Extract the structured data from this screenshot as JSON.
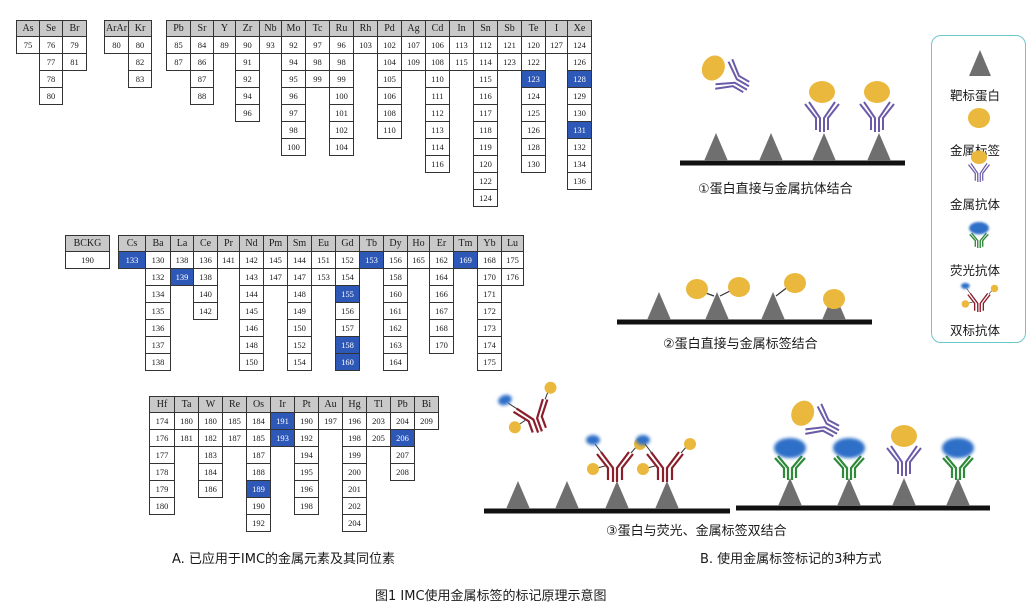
{
  "caption": "图1   IMC使用金属标签的标记原理示意图",
  "panel_a_label": "A. 已应用于IMC的金属元素及其同位素",
  "panel_b_label": "B. 使用金属标签标记的3种方式",
  "colors": {
    "highlight": "#2e58b8",
    "header": "#c9c9c9",
    "target": "#6f6f6f",
    "metal": "#eab83d",
    "antibody_purple": "#6b5aa8",
    "antibody_green": "#2f8a3a",
    "antibody_red": "#8b1e2b",
    "fluor": "#2f6fc8",
    "legend_border": "#6cc7c9"
  },
  "legend": {
    "target_protein": "靶标蛋白",
    "metal_tag": "金属标签",
    "metal_antibody": "金属抗体",
    "fluor_antibody": "荧光抗体",
    "dual_antibody": "双标抗体"
  },
  "methods": {
    "m1": "①蛋白直接与金属抗体结合",
    "m2": "②蛋白直接与金属标签结合",
    "m3": "③蛋白与荧光、金属标签双结合"
  },
  "isotope_table": {
    "groups": [
      {
        "cols": [
          {
            "el": "As",
            "isotopes": [
              "75"
            ]
          },
          {
            "el": "Se",
            "isotopes": [
              "76",
              "77",
              "78",
              "80"
            ]
          },
          {
            "el": "Br",
            "isotopes": [
              "79",
              "81"
            ]
          }
        ]
      },
      {
        "cols": [
          {
            "el": "ArAr",
            "isotopes": [
              "80"
            ]
          },
          {
            "el": "Kr",
            "isotopes": [
              "80",
              "82",
              "83"
            ]
          }
        ]
      },
      {
        "cols": [
          {
            "el": "Pb",
            "isotopes": [
              "85",
              "87"
            ]
          },
          {
            "el": "Sr",
            "isotopes": [
              "84",
              "86",
              "87",
              "88"
            ]
          },
          {
            "el": "Y",
            "isotopes": [
              "89"
            ]
          },
          {
            "el": "Zr",
            "isotopes": [
              "90",
              "91",
              "92",
              "94",
              "96"
            ]
          },
          {
            "el": "Nb",
            "isotopes": [
              "93"
            ]
          },
          {
            "el": "Mo",
            "isotopes": [
              "92",
              "94",
              "95",
              "96",
              "97",
              "98",
              "100"
            ]
          },
          {
            "el": "Tc",
            "isotopes": [
              "97",
              "98",
              "99"
            ]
          },
          {
            "el": "Ru",
            "isotopes": [
              "96",
              "98",
              "99",
              "100",
              "101",
              "102",
              "104"
            ]
          },
          {
            "el": "Rh",
            "isotopes": [
              "103"
            ]
          },
          {
            "el": "Pd",
            "isotopes": [
              "102",
              "104",
              "105",
              "106",
              "108",
              "110"
            ]
          },
          {
            "el": "Ag",
            "isotopes": [
              "107",
              "109"
            ]
          },
          {
            "el": "Cd",
            "isotopes": [
              "106",
              "108",
              "110",
              "111",
              "112",
              "113",
              "114",
              "116"
            ]
          },
          {
            "el": "In",
            "isotopes": [
              "113",
              "115"
            ]
          },
          {
            "el": "Sn",
            "isotopes": [
              "112",
              "114",
              "115",
              "116",
              "117",
              "118",
              "119",
              "120",
              "122",
              "124"
            ]
          },
          {
            "el": "Sb",
            "isotopes": [
              "121",
              "123"
            ]
          },
          {
            "el": "Te",
            "isotopes": [
              "120",
              "122",
              "123",
              "124",
              "125",
              "126",
              "128",
              "130"
            ],
            "hl": [
              "123"
            ]
          },
          {
            "el": "I",
            "isotopes": [
              "127"
            ]
          },
          {
            "el": "Xe",
            "isotopes": [
              "124",
              "126",
              "128",
              "129",
              "130",
              "131",
              "132",
              "134",
              "136"
            ],
            "hl": [
              "128",
              "131"
            ]
          }
        ]
      },
      {
        "cols": [
          {
            "el": "BCKG",
            "isotopes": [
              "190"
            ]
          }
        ]
      },
      {
        "cols": [
          {
            "el": "Cs",
            "isotopes": [
              "133"
            ],
            "hl": [
              "133"
            ]
          },
          {
            "el": "Ba",
            "isotopes": [
              "130",
              "132",
              "134",
              "135",
              "136",
              "137",
              "138"
            ]
          },
          {
            "el": "La",
            "isotopes": [
              "138",
              "139"
            ],
            "hl": [
              "139"
            ]
          },
          {
            "el": "Ce",
            "isotopes": [
              "136",
              "138",
              "140",
              "142"
            ]
          },
          {
            "el": "Pr",
            "isotopes": [
              "141"
            ]
          },
          {
            "el": "Nd",
            "isotopes": [
              "142",
              "143",
              "144",
              "145",
              "146",
              "148",
              "150"
            ]
          },
          {
            "el": "Pm",
            "isotopes": [
              "145",
              "147"
            ]
          },
          {
            "el": "Sm",
            "isotopes": [
              "144",
              "147",
              "148",
              "149",
              "150",
              "152",
              "154"
            ]
          },
          {
            "el": "Eu",
            "isotopes": [
              "151",
              "153"
            ]
          },
          {
            "el": "Gd",
            "isotopes": [
              "152",
              "154",
              "155",
              "156",
              "157",
              "158",
              "160"
            ],
            "hl": [
              "155",
              "158",
              "160"
            ]
          },
          {
            "el": "Tb",
            "isotopes": [
              "153"
            ],
            "hl": [
              "153"
            ]
          },
          {
            "el": "Dy",
            "isotopes": [
              "156",
              "158",
              "160",
              "161",
              "162",
              "163",
              "164"
            ]
          },
          {
            "el": "Ho",
            "isotopes": [
              "165"
            ]
          },
          {
            "el": "Er",
            "isotopes": [
              "162",
              "164",
              "166",
              "167",
              "168",
              "170"
            ]
          },
          {
            "el": "Tm",
            "isotopes": [
              "169"
            ],
            "hl": [
              "169"
            ]
          },
          {
            "el": "Yb",
            "isotopes": [
              "168",
              "170",
              "171",
              "172",
              "173",
              "174",
              "175"
            ]
          },
          {
            "el": "Lu",
            "isotopes": [
              "175",
              "176"
            ]
          }
        ]
      },
      {
        "cols": [
          {
            "el": "Hf",
            "isotopes": [
              "174",
              "176",
              "177",
              "178",
              "179",
              "180"
            ]
          },
          {
            "el": "Ta",
            "isotopes": [
              "180",
              "181"
            ]
          },
          {
            "el": "W",
            "isotopes": [
              "180",
              "182",
              "183",
              "184",
              "186"
            ]
          },
          {
            "el": "Re",
            "isotopes": [
              "185",
              "187"
            ]
          },
          {
            "el": "Os",
            "isotopes": [
              "184",
              "185",
              "187",
              "188",
              "189",
              "190",
              "192"
            ],
            "hl": [
              "189"
            ]
          },
          {
            "el": "Ir",
            "isotopes": [
              "191",
              "193"
            ],
            "hl": [
              "191",
              "193"
            ]
          },
          {
            "el": "Pt",
            "isotopes": [
              "190",
              "192",
              "194",
              "195",
              "196",
              "198"
            ]
          },
          {
            "el": "Au",
            "isotopes": [
              "197"
            ]
          },
          {
            "el": "Hg",
            "isotopes": [
              "196",
              "198",
              "199",
              "200",
              "201",
              "202",
              "204"
            ]
          },
          {
            "el": "Tl",
            "isotopes": [
              "203",
              "205"
            ]
          },
          {
            "el": "Pb",
            "isotopes": [
              "204",
              "206",
              "207",
              "208"
            ],
            "hl": [
              "206"
            ]
          },
          {
            "el": "Bi",
            "isotopes": [
              "209"
            ]
          }
        ]
      }
    ]
  }
}
